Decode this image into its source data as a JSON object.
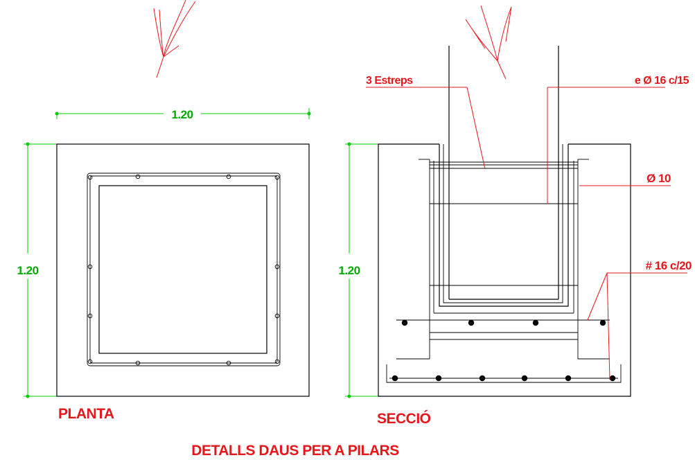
{
  "colors": {
    "annotation": "#e8161b",
    "dimension": "#00cc00",
    "linework": "#000000",
    "background": "#ffffff"
  },
  "plan": {
    "dim_width": "1.20",
    "dim_height": "1.20",
    "label": "PLANTA"
  },
  "section": {
    "dim_height": "1.20",
    "label": "SECCIÓ",
    "callouts": {
      "stirrups": "3 Estreps",
      "vertical_bars": "e Ø 16 c/15",
      "ring_bar": "Ø 10",
      "mesh": "# 16 c/20"
    }
  },
  "drawing_title": "DETALLS DAUS PER A PILARS"
}
